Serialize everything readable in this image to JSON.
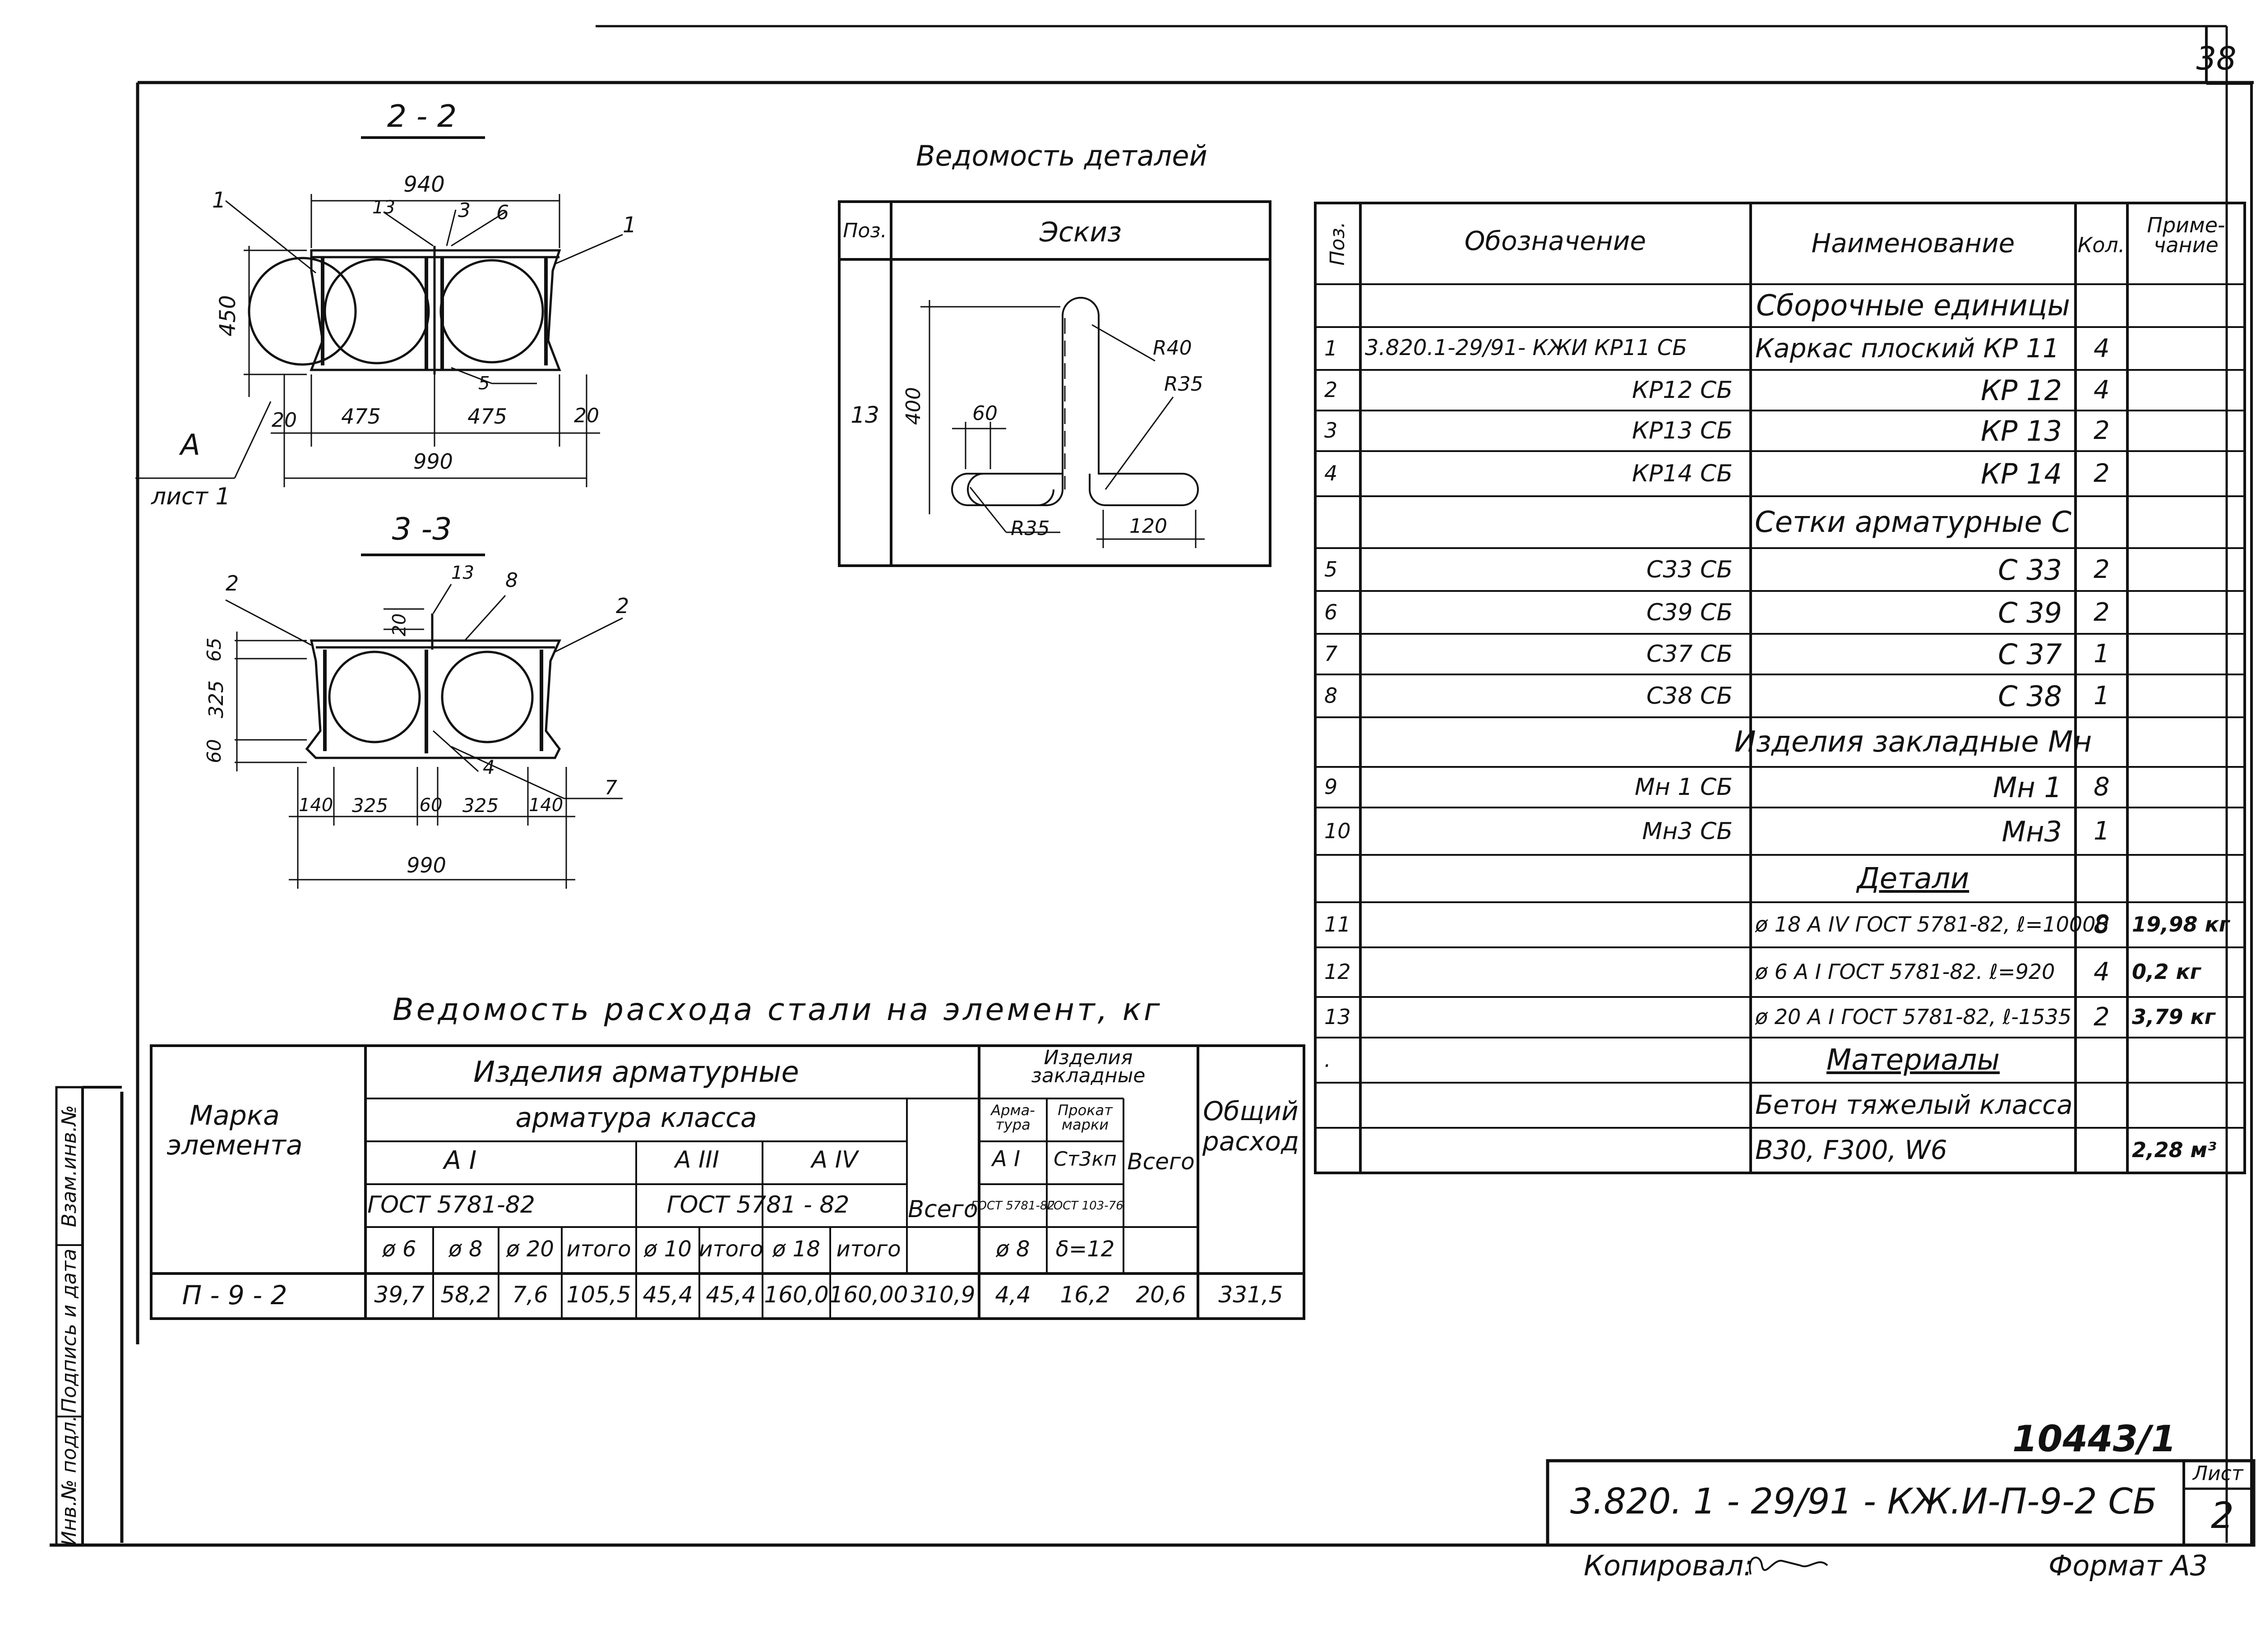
{
  "sheet": {
    "number": "38",
    "list_label": "Лист",
    "list_number": "2",
    "doc_code": "3.820. 1 - 29/91 - КЖ.И-П-9-2 СБ",
    "inventory": "10443/1",
    "copied_label": "Копировал:",
    "format": "Формат А3"
  },
  "side_stamp": [
    "Инв.№ подл.",
    "Подпись и дата",
    "Взам.инв.№"
  ],
  "section22": {
    "title": "2 - 2",
    "dims": {
      "top": "940",
      "height": "450",
      "left_offset": "20",
      "half1": "475",
      "half2": "475",
      "right_offset": "20",
      "total": "990"
    },
    "callouts": {
      "c1a": "1",
      "c13": "13",
      "c3": "3",
      "c6": "6",
      "c1b": "1",
      "c5": "5"
    },
    "view_ref": {
      "letter": "А",
      "sheet": "лист 1"
    }
  },
  "section33": {
    "title": "3 -3",
    "dims": {
      "gap": "20",
      "top": "65",
      "height": "325",
      "bottom": "60",
      "w140a": "140",
      "w325a": "325",
      "w60": "60",
      "w325b": "325",
      "w140b": "140",
      "total": "990"
    },
    "callouts": {
      "c2a": "2",
      "c13": "13",
      "c8": "8",
      "c2b": "2",
      "c4": "4",
      "c7": "7"
    }
  },
  "details": {
    "title": "Ведомость деталей",
    "col_pos": "Поз.",
    "col_sketch": "Эскиз",
    "row_pos": "13",
    "dims": {
      "r40": "R40",
      "r35a": "R35",
      "d60": "60",
      "d400": "400",
      "r35b": "R35",
      "d120": "120"
    }
  },
  "spec": {
    "headers": {
      "pos": "Поз.",
      "designation": "Обозначение",
      "name": "Наименование",
      "qty": "Кол.",
      "note": "Приме-\nчание"
    },
    "rows": [
      {
        "pos": "",
        "designation": "",
        "name": "Сборочные единицы",
        "qty": "",
        "note": "",
        "type": "section"
      },
      {
        "pos": "1",
        "designation": "3.820.1-29/91- КЖИ КР11 СБ",
        "name": "Каркас плоский  КР 11",
        "qty": "4",
        "note": "",
        "type": "left"
      },
      {
        "pos": "2",
        "designation": "КР12 СБ",
        "name": "КР 12",
        "qty": "4",
        "note": "",
        "type": "right"
      },
      {
        "pos": "3",
        "designation": "КР13 СБ",
        "name": "КР 13",
        "qty": "2",
        "note": "",
        "type": "right"
      },
      {
        "pos": "4",
        "designation": "КР14 СБ",
        "name": "КР 14",
        "qty": "2",
        "note": "",
        "type": "right"
      },
      {
        "pos": "",
        "designation": "",
        "name": "Сетки арматурные С",
        "qty": "",
        "note": "",
        "type": "section"
      },
      {
        "pos": "5",
        "designation": "С33 СБ",
        "name": "С 33",
        "qty": "2",
        "note": "",
        "type": "right"
      },
      {
        "pos": "6",
        "designation": "С39 СБ",
        "name": "С 39",
        "qty": "2",
        "note": "",
        "type": "right"
      },
      {
        "pos": "7",
        "designation": "С37 СБ",
        "name": "С 37",
        "qty": "1",
        "note": "",
        "type": "right"
      },
      {
        "pos": "8",
        "designation": "С38 СБ",
        "name": "С 38",
        "qty": "1",
        "note": "",
        "type": "right"
      },
      {
        "pos": "",
        "designation": "",
        "name": "Изделия закладные Мн",
        "qty": "",
        "note": "",
        "type": "section"
      },
      {
        "pos": "9",
        "designation": "Мн 1 СБ",
        "name": "Мн 1",
        "qty": "8",
        "note": "",
        "type": "right"
      },
      {
        "pos": "10",
        "designation": "Мн3 СБ",
        "name": "Мн3",
        "qty": "1",
        "note": "",
        "type": "right"
      },
      {
        "pos": "",
        "designation": "",
        "name": "Детали",
        "qty": "",
        "note": "",
        "type": "section-u"
      },
      {
        "pos": "11",
        "designation": "",
        "name": "ø 18 А IV ГОСТ 5781-82, ℓ=10000",
        "qty": "8",
        "note": "19,98 кг",
        "type": "small"
      },
      {
        "pos": "12",
        "designation": "",
        "name": "ø 6 А I ГОСТ 5781-82. ℓ=920",
        "qty": "4",
        "note": "0,2 кг",
        "type": "small"
      },
      {
        "pos": "13",
        "designation": "",
        "name": "ø 20 А I ГОСТ 5781-82, ℓ-1535",
        "qty": "2",
        "note": "3,79 кг",
        "type": "small"
      },
      {
        "pos": ".",
        "designation": "",
        "name": "Материалы",
        "qty": "",
        "note": "",
        "type": "section-u"
      },
      {
        "pos": "",
        "designation": "",
        "name": "Бетон тяжелый класса",
        "qty": "",
        "note": "",
        "type": "left"
      },
      {
        "pos": "",
        "designation": "",
        "name": "В30, F300, W6",
        "qty": "",
        "note": "2,28 м³",
        "type": "left"
      }
    ]
  },
  "steel": {
    "title": "Ведомость расхода стали на элемент, кг",
    "h_mark": "Марка элемента",
    "h_rebar": "Изделия арматурные",
    "h_rebar_class": "арматура класса",
    "h_AI": "А I",
    "h_AIII": "А III",
    "h_AIV": "А IV",
    "h_gost1": "ГОСТ 5781-82",
    "h_gost2": "ГОСТ 5781 - 82",
    "h_total": "Всего",
    "h_embed": "Изделия закладные",
    "h_embed_rebar": "Арма-тура",
    "h_embed_rolled": "Прокат марки",
    "h_embed_AI": "А I",
    "h_embed_st": "Ст3кп",
    "h_embed_gost1": "ГОСТ 5781-82",
    "h_embed_gost2": "ГОСТ 103-76",
    "h_embed_total": "Всего",
    "h_overall": "Общий расход",
    "sub": [
      "ø 6",
      "ø 8",
      "ø 20",
      "итого",
      "ø 10",
      "итого",
      "ø 18",
      "итого"
    ],
    "embed_sub": [
      "ø 8",
      "δ=12"
    ],
    "row": {
      "mark": "П - 9 - 2",
      "values": [
        "39,7",
        "58,2",
        "7,6",
        "105,5",
        "45,4",
        "45,4",
        "160,0",
        "160,00",
        "310,9",
        "4,4",
        "16,2",
        "20,6",
        "331,5"
      ]
    }
  }
}
